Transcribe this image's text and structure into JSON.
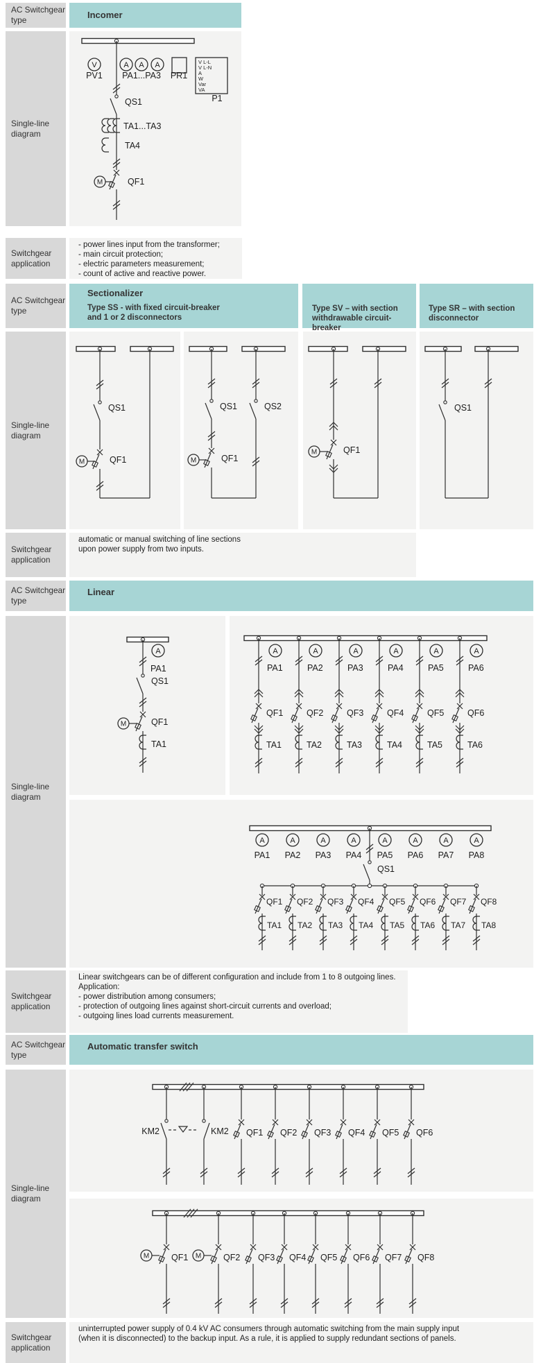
{
  "labels": {
    "type": "AC Switchgear type",
    "diagram": "Single-line diagram",
    "application": "Switchgear application"
  },
  "symbols": {
    "ammeter": "A",
    "voltmeter": "V",
    "motor": "M"
  },
  "sections": {
    "incomer": {
      "title": "Incomer",
      "diagram": {
        "pv1": "PV1",
        "pa": "PA1...PA3",
        "pr1": "PR1",
        "p1": "P1",
        "p1_lines": [
          "V L-L",
          "V L-N",
          "A",
          "W",
          "Var",
          "VA"
        ],
        "qs1": "QS1",
        "ta123": "TA1...TA3",
        "ta4": "TA4",
        "qf1": "QF1"
      },
      "application": [
        "- power lines input from the transformer;",
        "- main circuit protection;",
        "- electric parameters measurement;",
        "- count of active and reactive power."
      ]
    },
    "sectionalizer": {
      "title": "Sectionalizer",
      "type_ss": [
        "Type SS - with fixed circuit-breaker",
        "and 1 or 2 disconnectors"
      ],
      "type_sv": [
        "Type SV – with section",
        "withdrawable circuit-breaker"
      ],
      "type_sr": [
        "Type SR – with section",
        "disconnector"
      ],
      "ss1": {
        "qs1": "QS1",
        "qf1": "QF1"
      },
      "ss2": {
        "qs1": "QS1",
        "qs2": "QS2",
        "qf1": "QF1"
      },
      "sv": {
        "qf1": "QF1"
      },
      "sr": {
        "qs1": "QS1"
      },
      "application": [
        "automatic or manual switching of line sections",
        "upon power supply from two inputs."
      ]
    },
    "linear": {
      "title": "Linear",
      "d1": {
        "pa1": "PA1",
        "qs1": "QS1",
        "qf1": "QF1",
        "ta1": "TA1"
      },
      "d6": {
        "pa": [
          "PA1",
          "PA2",
          "PA3",
          "PA4",
          "PA5",
          "PA6"
        ],
        "qf": [
          "QF1",
          "QF2",
          "QF3",
          "QF4",
          "QF5",
          "QF6"
        ],
        "ta": [
          "TA1",
          "TA2",
          "TA3",
          "TA4",
          "TA5",
          "TA6"
        ]
      },
      "d8": {
        "pa": [
          "PA1",
          "PA2",
          "PA3",
          "PA4",
          "PA5",
          "PA6",
          "PA7",
          "PA8"
        ],
        "qs1": "QS1",
        "qf": [
          "QF1",
          "QF2",
          "QF3",
          "QF4",
          "QF5",
          "QF6",
          "QF7",
          "QF8"
        ],
        "ta": [
          "TA1",
          "TA2",
          "TA3",
          "TA4",
          "TA5",
          "TA6",
          "TA7",
          "TA8"
        ]
      },
      "application": [
        "Linear switchgears can be of different configuration and include from 1 to 8 outgoing lines.",
        "Application:",
        "- power distribution among consumers;",
        "- protection of outgoing lines against short-circuit currents and overload;",
        "- outgoing lines load currents measurement."
      ]
    },
    "ats": {
      "title": "Automatic transfer switch",
      "d1": {
        "km_left": "KM2",
        "km_right": "KM2",
        "qf": [
          "QF1",
          "QF2",
          "QF3",
          "QF4",
          "QF5",
          "QF6"
        ]
      },
      "d2": {
        "qf": [
          "QF1",
          "QF2",
          "QF3",
          "QF4",
          "QF5",
          "QF6",
          "QF7",
          "QF8"
        ]
      },
      "application": [
        "uninterrupted power supply of 0.4 kV AC consumers through automatic switching from the main supply input",
        "(when it is disconnected) to the backup input. As a rule, it is applied to supply redundant sections of panels."
      ]
    }
  }
}
